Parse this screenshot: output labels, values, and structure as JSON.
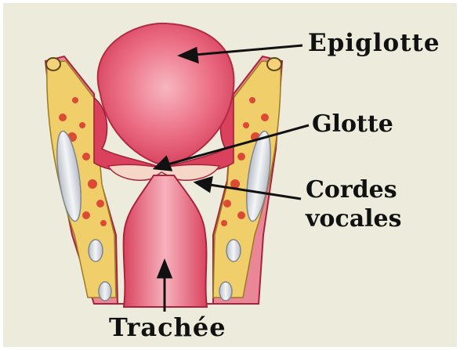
{
  "labels": {
    "epiglotte": "Epiglotte",
    "glotte": "Glotte",
    "cordes_line1": "Cordes",
    "cordes_line2": "vocales",
    "trachee": "Trachée"
  },
  "colors": {
    "background": "#ecebdc",
    "tissue_pink": "#e8637a",
    "tissue_dark": "#c2273e",
    "fat_yellow": "#f0cf6a",
    "cartilage": "#dfe3e8",
    "arrow": "#111111"
  }
}
